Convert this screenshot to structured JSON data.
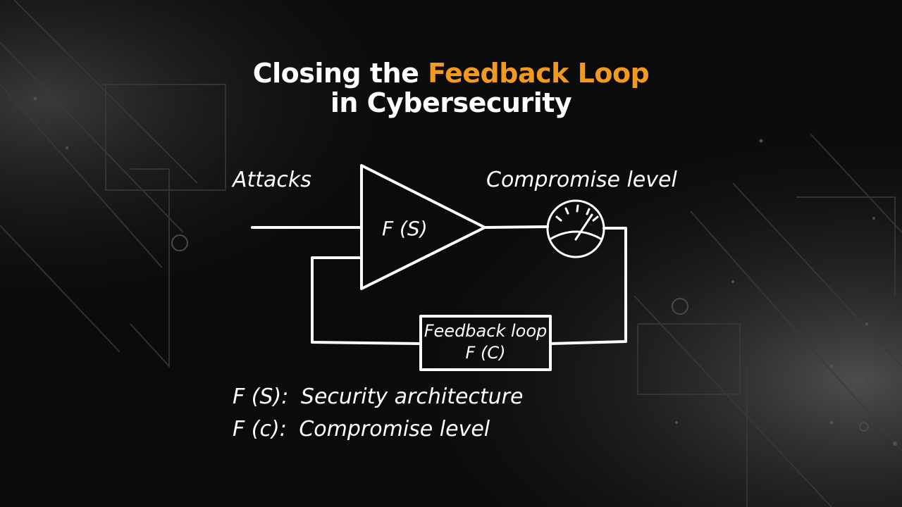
{
  "title": {
    "line1_prefix": "Closing the",
    "line1_highlight": "Feedback Loop",
    "line2": "in Cybersecurity"
  },
  "diagram": {
    "input_label": "Attacks",
    "amplifier_label": "F (S)",
    "output_label": "Compromise level",
    "feedback_box_line1": "Feedback loop",
    "feedback_box_line2": "F (C)"
  },
  "legend": [
    {
      "symbol": "F (S):",
      "meaning": "Security architecture"
    },
    {
      "symbol": "F (c):",
      "meaning": "Compromise level"
    }
  ],
  "colors": {
    "background": "#0b0b0b",
    "text": "#ffffff",
    "accent": "#f29a1f",
    "line": "#ffffff"
  },
  "icons": [
    "gauge-icon"
  ]
}
